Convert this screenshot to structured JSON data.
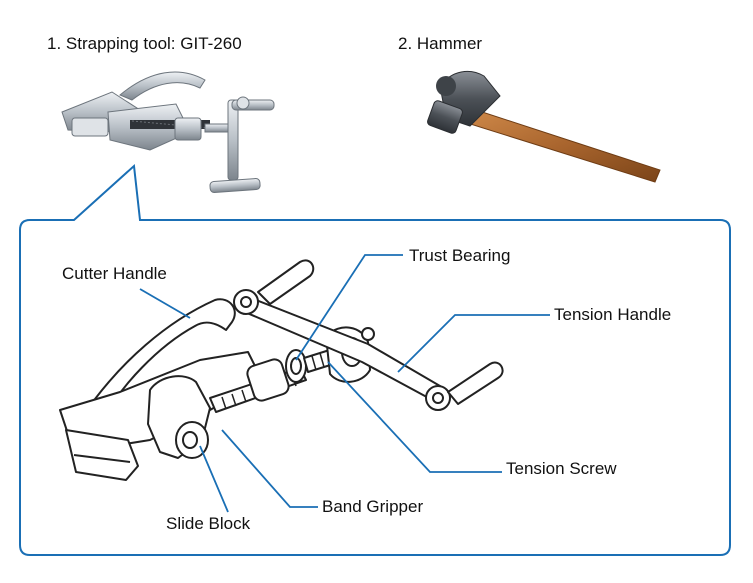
{
  "captions": {
    "tool": "1. Strapping tool: GIT-260",
    "hammer": "2. Hammer"
  },
  "labels": {
    "cutter_handle": "Cutter Handle",
    "trust_bearing": "Trust Bearing",
    "tension_handle": "Tension Handle",
    "tension_screw": "Tension Screw",
    "band_gripper": "Band Gripper",
    "slide_block": "Slide Block"
  },
  "colors": {
    "callout_blue": "#1a6fb5",
    "leader_blue": "#1a6fb5",
    "hammer_handle": "#b5733a",
    "hammer_head": "#5b5e63",
    "tool_metal": "#c9ced4"
  }
}
